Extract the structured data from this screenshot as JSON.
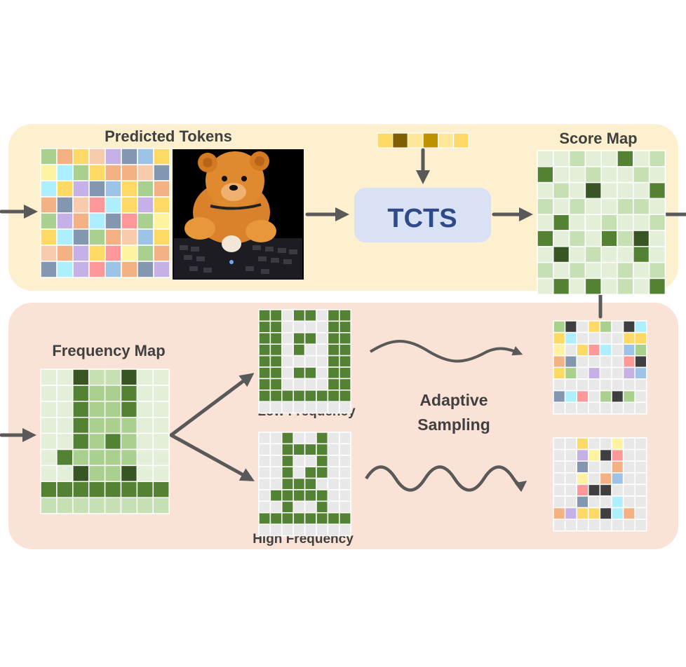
{
  "labels": {
    "predicted_tokens": "Predicted Tokens",
    "score_map": "Score Map",
    "tcts": "TCTS",
    "frequency_map": "Frequency Map",
    "low_frequency": "Low Frequency",
    "high_frequency": "High Frequency",
    "adaptive_line1": "Adaptive",
    "adaptive_line2": "Sampling"
  },
  "colors": {
    "top_panel": "#fdf0cf",
    "bottom_panel": "#fae3d6",
    "tcts_box": "#d9e2f4",
    "tcts_text": "#2e4a8a",
    "arrow": "#595959",
    "grid_line": "#ffffff",
    "empty_cell": "#e8e8e8",
    "greens": [
      "#e3efd9",
      "#c6e0b4",
      "#a9d08e",
      "#548235",
      "#375623"
    ],
    "token_palette": [
      "#f4b183",
      "#ffd966",
      "#c6b0e8",
      "#a9d08e",
      "#9dc3e6",
      "#ff9999",
      "#adefff",
      "#8497b0",
      "#fff2a1",
      "#f8cbad"
    ],
    "query_tokens": [
      "#ffd966",
      "#7f6000",
      "#ffe699",
      "#bf9000",
      "#ffe699",
      "#ffd966"
    ]
  },
  "grids": {
    "predicted_tokens": [
      [
        3,
        0,
        1,
        9,
        2,
        7,
        4,
        1
      ],
      [
        8,
        6,
        3,
        1,
        0,
        0,
        9,
        7
      ],
      [
        6,
        1,
        2,
        7,
        4,
        1,
        3,
        0
      ],
      [
        0,
        7,
        9,
        5,
        6,
        1,
        2,
        1
      ],
      [
        3,
        2,
        0,
        6,
        7,
        5,
        3,
        8
      ],
      [
        1,
        6,
        7,
        3,
        0,
        9,
        4,
        1
      ],
      [
        9,
        0,
        2,
        1,
        5,
        8,
        3,
        0
      ],
      [
        7,
        6,
        2,
        5,
        4,
        0,
        7,
        2
      ]
    ],
    "score_map": [
      [
        0,
        0,
        1,
        0,
        0,
        3,
        0,
        1
      ],
      [
        3,
        0,
        0,
        1,
        0,
        0,
        1,
        0
      ],
      [
        0,
        1,
        0,
        4,
        0,
        0,
        0,
        3
      ],
      [
        1,
        0,
        1,
        0,
        0,
        1,
        1,
        0
      ],
      [
        0,
        3,
        0,
        0,
        1,
        0,
        0,
        1
      ],
      [
        3,
        0,
        1,
        0,
        3,
        1,
        4,
        0
      ],
      [
        0,
        4,
        0,
        1,
        0,
        0,
        3,
        0
      ],
      [
        1,
        0,
        1,
        0,
        0,
        1,
        0,
        1
      ],
      [
        0,
        3,
        0,
        3,
        0,
        1,
        0,
        3
      ]
    ],
    "frequency_map": [
      [
        0,
        0,
        4,
        1,
        1,
        4,
        0,
        0
      ],
      [
        0,
        0,
        3,
        2,
        2,
        3,
        0,
        0
      ],
      [
        0,
        0,
        3,
        2,
        2,
        3,
        0,
        0
      ],
      [
        0,
        0,
        3,
        2,
        2,
        2,
        0,
        0
      ],
      [
        0,
        0,
        3,
        2,
        3,
        2,
        0,
        0
      ],
      [
        0,
        3,
        2,
        2,
        2,
        2,
        0,
        0
      ],
      [
        0,
        0,
        4,
        2,
        2,
        4,
        0,
        0
      ],
      [
        3,
        3,
        3,
        3,
        3,
        3,
        3,
        3
      ],
      [
        1,
        1,
        1,
        1,
        1,
        1,
        1,
        1
      ]
    ],
    "low_frequency": [
      [
        1,
        1,
        0,
        1,
        1,
        0,
        1,
        1
      ],
      [
        1,
        1,
        0,
        0,
        0,
        0,
        1,
        1
      ],
      [
        1,
        1,
        0,
        1,
        1,
        0,
        1,
        1
      ],
      [
        1,
        1,
        0,
        1,
        0,
        0,
        1,
        1
      ],
      [
        1,
        1,
        0,
        0,
        0,
        0,
        1,
        1
      ],
      [
        1,
        1,
        0,
        1,
        1,
        0,
        1,
        1
      ],
      [
        1,
        1,
        0,
        0,
        0,
        0,
        1,
        1
      ],
      [
        1,
        1,
        1,
        1,
        1,
        1,
        1,
        1
      ],
      [
        0,
        0,
        0,
        0,
        0,
        0,
        0,
        0
      ]
    ],
    "high_frequency": [
      [
        0,
        0,
        1,
        0,
        0,
        1,
        0,
        0
      ],
      [
        0,
        0,
        1,
        1,
        1,
        1,
        0,
        0
      ],
      [
        0,
        0,
        1,
        0,
        0,
        1,
        0,
        0
      ],
      [
        0,
        0,
        1,
        0,
        1,
        1,
        0,
        0
      ],
      [
        0,
        0,
        1,
        1,
        1,
        0,
        0,
        0
      ],
      [
        0,
        1,
        1,
        1,
        1,
        1,
        0,
        0
      ],
      [
        0,
        0,
        1,
        0,
        0,
        1,
        0,
        0
      ],
      [
        1,
        1,
        1,
        1,
        1,
        1,
        1,
        1
      ],
      [
        0,
        0,
        0,
        0,
        0,
        0,
        0,
        0
      ]
    ],
    "sampled_low": [
      [
        3,
        10,
        -1,
        12,
        3,
        -1,
        10,
        6
      ],
      [
        1,
        6,
        -1,
        -1,
        -1,
        -1,
        1,
        1
      ],
      [
        8,
        -1,
        1,
        5,
        11,
        -1,
        4,
        3
      ],
      [
        0,
        7,
        -1,
        -1,
        -1,
        -1,
        5,
        10
      ],
      [
        1,
        3,
        -1,
        2,
        -1,
        -1,
        2,
        4
      ],
      [
        -1,
        -1,
        -1,
        -1,
        -1,
        -1,
        -1,
        -1
      ],
      [
        7,
        6,
        5,
        -1,
        3,
        10,
        3,
        -1
      ],
      [
        -1,
        -1,
        -1,
        -1,
        -1,
        -1,
        -1,
        -1
      ]
    ],
    "sampled_high": [
      [
        -1,
        -1,
        1,
        -1,
        -1,
        8,
        -1,
        -1
      ],
      [
        -1,
        -1,
        2,
        8,
        10,
        5,
        -1,
        -1
      ],
      [
        -1,
        -1,
        7,
        -1,
        -1,
        0,
        -1,
        -1
      ],
      [
        -1,
        -1,
        8,
        -1,
        0,
        4,
        -1,
        -1
      ],
      [
        -1,
        -1,
        5,
        10,
        10,
        -1,
        -1,
        -1
      ],
      [
        -1,
        -1,
        7,
        -1,
        -1,
        6,
        -1,
        -1
      ],
      [
        0,
        2,
        1,
        1,
        10,
        6,
        0,
        -1
      ],
      [
        -1,
        -1,
        -1,
        -1,
        -1,
        -1,
        -1,
        -1
      ]
    ]
  }
}
